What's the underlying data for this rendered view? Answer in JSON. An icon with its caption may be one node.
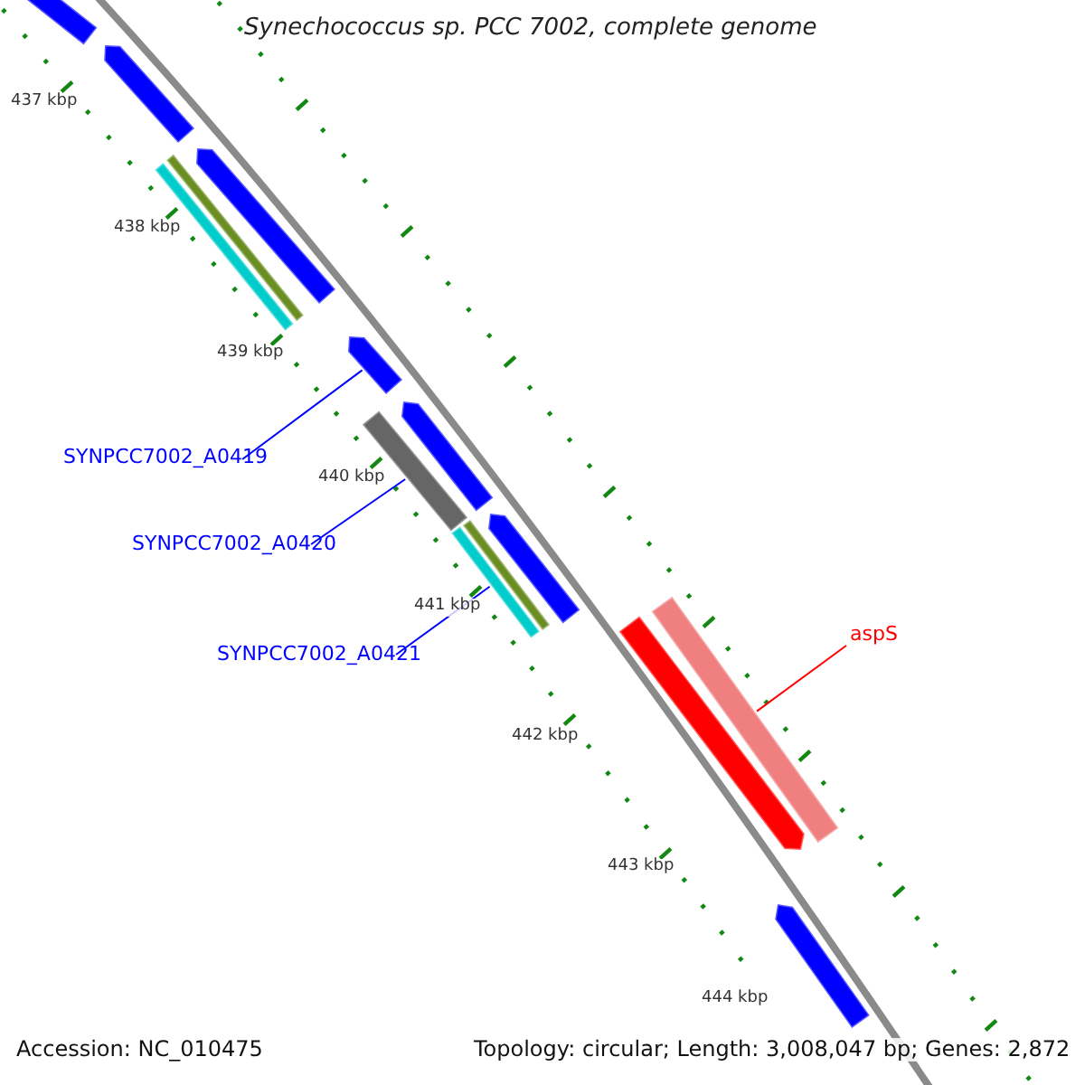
{
  "diagram": {
    "title": "Synechococcus sp. PCC 7002, complete genome",
    "nodes": [
      {
        "text": [
          "SYNPCC7002_A0419"
        ]
      },
      {
        "text": [
          "SYNPCC7002_A0420"
        ]
      },
      {
        "text": [
          "SYNPCC7002_A0421"
        ]
      },
      {
        "text": [
          "aspS"
        ]
      },
      {
        "text": [],
        "shape": "bar"
      },
      {
        "text": [],
        "shape": "bar"
      },
      {
        "text": [],
        "shape": "bar"
      },
      {
        "text": [],
        "shape": "bar"
      },
      {
        "text": [],
        "shape": "bar"
      },
      {
        "text": [],
        "shape": "bar"
      },
      {
        "text": [],
        "shape": "bar"
      },
      {
        "text": [],
        "shape": "bar"
      },
      {
        "text": [],
        "shape": "bar"
      },
      {
        "text": [],
        "shape": "bar"
      },
      {
        "text": [],
        "shape": "bar"
      },
      {
        "text": [],
        "shape": "bar"
      },
      {
        "text": [],
        "shape": "bar"
      },
      {
        "text": [],
        "shape": "bar"
      }
    ],
    "edges": [
      {
        "from": 0,
        "to": 9,
        "arrow": "none"
      },
      {
        "from": 1,
        "to": 11,
        "arrow": "none"
      },
      {
        "from": 2,
        "to": 14,
        "arrow": "none"
      },
      {
        "from": 3,
        "to": 15,
        "arrow": "none",
        "color": "#ff0000"
      }
    ],
    "labels": [
      "437 kbp",
      "438 kbp",
      "439 kbp",
      "440 kbp",
      "441 kbp",
      "442 kbp",
      "443 kbp",
      "444 kbp",
      "Accession: NC_010475",
      "Topology: circular; Length: 3,008,047 bp; Genes: 2,872"
    ]
  }
}
